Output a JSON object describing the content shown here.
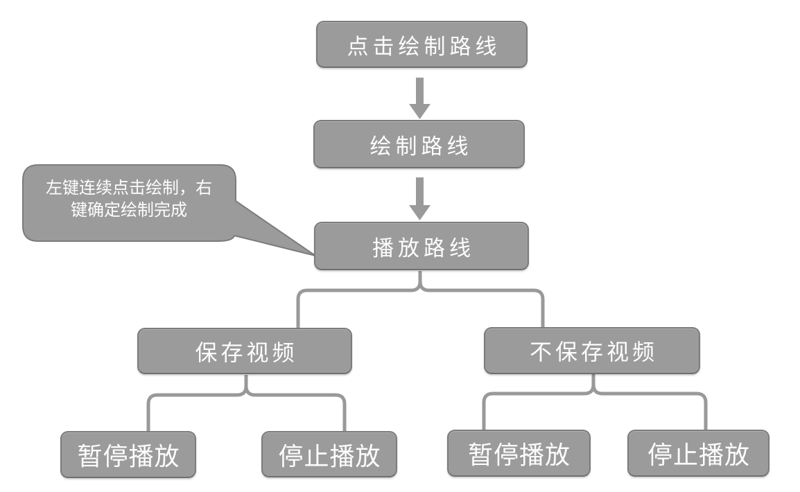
{
  "diagram": {
    "type": "flowchart",
    "background": "#ffffff",
    "colors": {
      "node_fill": "#9b9b9b",
      "node_border": "#7c7c7c",
      "node_text": "#fdfdfd",
      "connector": "#999999"
    },
    "nodes": [
      {
        "id": "click-draw-route",
        "label": "点击绘制路线"
      },
      {
        "id": "draw-route",
        "label": "绘制路线"
      },
      {
        "id": "play-route",
        "label": "播放路线"
      },
      {
        "id": "save-video",
        "label": "保存视频"
      },
      {
        "id": "no-save-video",
        "label": "不保存视频"
      },
      {
        "id": "pause-play-left",
        "label": "暂停播放"
      },
      {
        "id": "stop-play-left",
        "label": "停止播放"
      },
      {
        "id": "pause-play-right",
        "label": "暂停播放"
      },
      {
        "id": "stop-play-right",
        "label": "停止播放"
      }
    ],
    "callout": {
      "text": "左键连续点击绘制，右\n键确定绘制完成",
      "points_to": "播放路线"
    },
    "edges": [
      {
        "from": "点击绘制路线",
        "to": "绘制路线",
        "style": "arrow"
      },
      {
        "from": "绘制路线",
        "to": "播放路线",
        "style": "arrow"
      },
      {
        "from": "播放路线",
        "to": "保存视频",
        "style": "elbow"
      },
      {
        "from": "播放路线",
        "to": "不保存视频",
        "style": "elbow"
      },
      {
        "from": "保存视频",
        "to": "暂停播放",
        "style": "elbow"
      },
      {
        "from": "保存视频",
        "to": "停止播放",
        "style": "elbow"
      },
      {
        "from": "不保存视频",
        "to": "暂停播放",
        "style": "elbow"
      },
      {
        "from": "不保存视频",
        "to": "停止播放",
        "style": "elbow"
      }
    ]
  }
}
